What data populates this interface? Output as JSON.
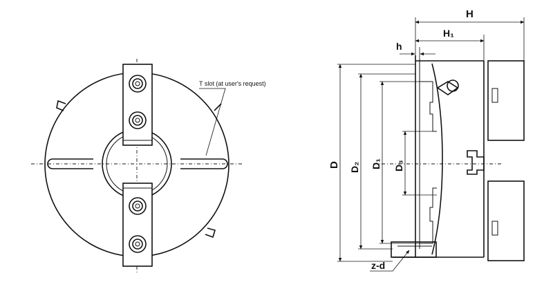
{
  "front_view": {
    "t_slot_note": "T slot (at user's request)"
  },
  "side_view": {
    "dims": {
      "H": "H",
      "H1": "H₁",
      "h": "h",
      "D": "D",
      "D2": "D₂",
      "D1": "D₁",
      "D3": "D₃",
      "zd": "z-d"
    }
  }
}
